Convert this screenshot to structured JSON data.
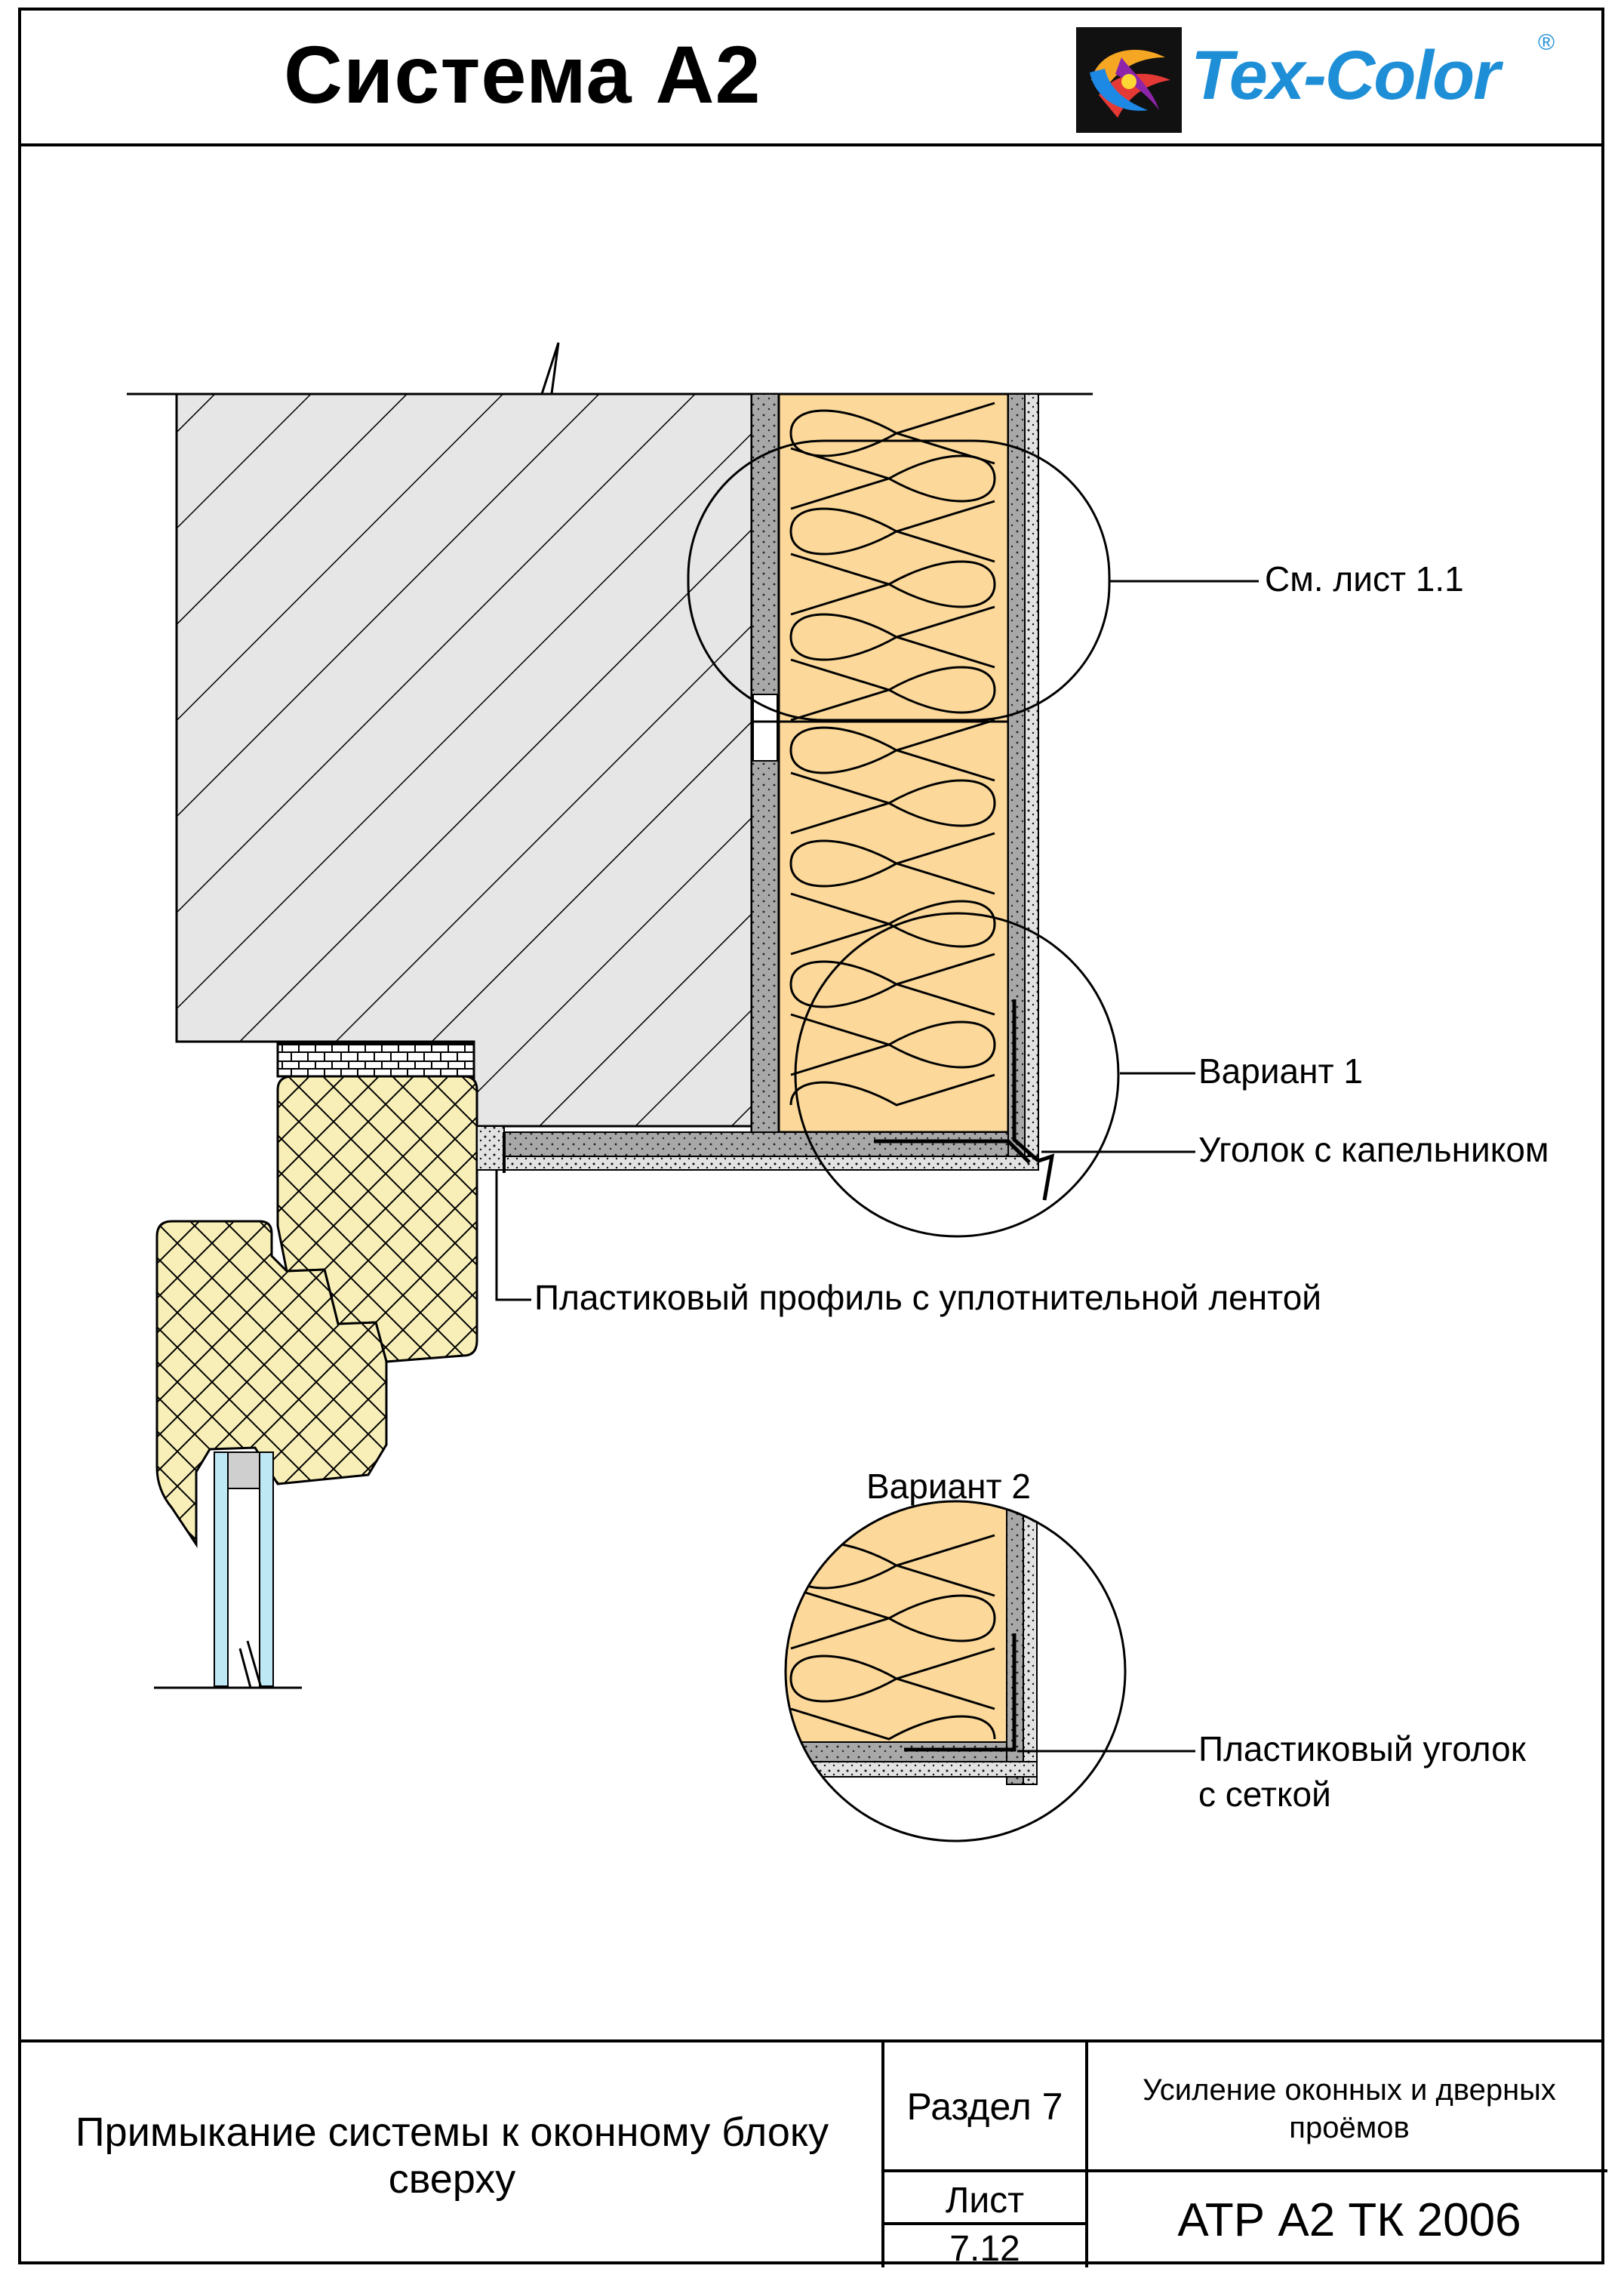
{
  "header": {
    "title": "Система А2",
    "logo_text": "Tex-Color",
    "logo_mark": "®"
  },
  "callouts": {
    "see_sheet": "См. лист 1.1",
    "variant1": "Вариант 1",
    "drip_corner": "Уголок с капельником",
    "plastic_profile": "Пластиковый профиль с уплотнительной лентой",
    "variant2": "Вариант 2",
    "plastic_corner_line1": "Пластиковый уголок",
    "plastic_corner_line2": "с сеткой"
  },
  "title_block": {
    "main_line1": "Примыкание системы к оконному блоку",
    "main_line2": "сверху",
    "razdel": "Раздел 7",
    "section_line1": "Усиление оконных и дверных",
    "section_line2": "проёмов",
    "list_label": "Лист",
    "list_number": "7.12",
    "code": "АТР А2 ТК 2006"
  },
  "colors": {
    "insulation": "#fcd99a",
    "plaster": "#a8a8a8",
    "concrete": "#e6e6e6",
    "wood": "#f8efb8",
    "glass": "#bfe8f5",
    "logo_text": "#1e8fd6"
  }
}
